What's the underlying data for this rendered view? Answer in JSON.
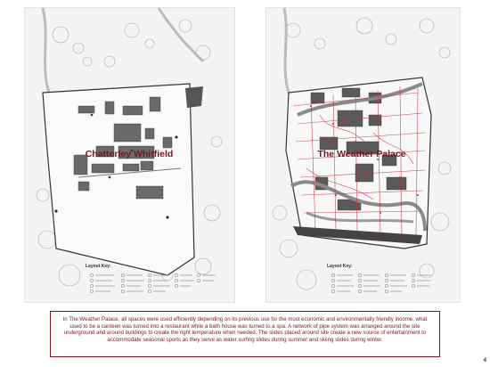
{
  "left_plan": {
    "title": "Chatterley Whitfield",
    "key_title": "Layout Key:"
  },
  "right_plan": {
    "title": "The Weather Palace",
    "key_title": "Layout Key:"
  },
  "description": "In The Weather Palace, all spaces were used efficiently depending on its previous use for the most economic and environmentally friendly income, what used to be a canteen was turned into a restaurant while a bath house was turned to a spa. A network of pipe system was arranged around the site underground and around buildings to create the right temperature when needed. The slides placed around site create a new source of entertainment to accommodate seasonal sports as they serve as water surfing slides during summer and skiing slides during winter.",
  "page_number": "4",
  "colors": {
    "accent": "#7a1420",
    "pipe": "#c0303a",
    "building": "#555555"
  }
}
